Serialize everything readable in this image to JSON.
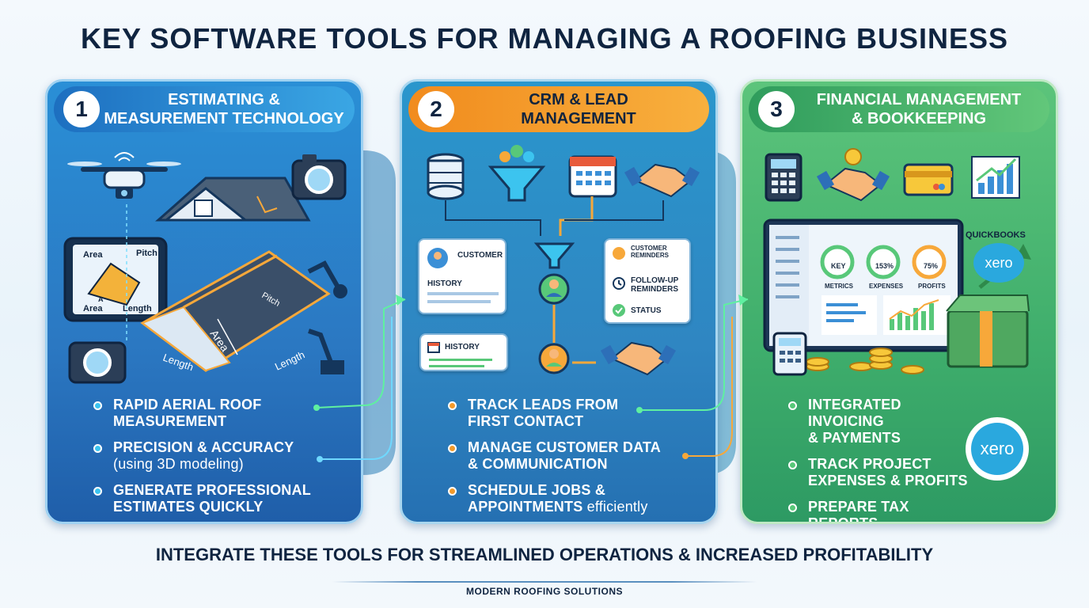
{
  "title": "KEY SOFTWARE TOOLS FOR MANAGING A ROOFING BUSINESS",
  "panels": [
    {
      "number": "1",
      "title_line1": "ESTIMATING &",
      "title_line2": "MEASUREMENT TECHNOLOGY",
      "diagram_labels": {
        "area": "Area",
        "pitch": "Pitch",
        "area_bottom": "Area",
        "length": "Length",
        "roof_area": "Area",
        "roof_pitch": "Pitch",
        "roof_length_left": "Length",
        "roof_length_right": "Length",
        "marker": "A"
      },
      "bullets": [
        {
          "line1": "RAPID AERIAL ROOF",
          "line2": "MEASUREMENT"
        },
        {
          "line1": "PRECISION & ACCURACY",
          "line2": "(using 3D modeling)"
        },
        {
          "line1": "GENERATE PROFESSIONAL",
          "line2": "ESTIMATES QUICKLY"
        }
      ]
    },
    {
      "number": "2",
      "title_line1": "CRM & LEAD",
      "title_line2": "MANAGEMENT",
      "cards": {
        "customer": "CUSTOMER",
        "history": "HISTORY",
        "history2": "HISTORY",
        "reminders": "CUSTOMER REMINDERS",
        "followup_line1": "FOLLOW-UP",
        "followup_line2": "REMINDERS",
        "status": "STATUS"
      },
      "bullets": [
        {
          "line1": "TRACK LEADS FROM",
          "line2": "FIRST CONTACT"
        },
        {
          "line1": "MANAGE CUSTOMER DATA",
          "line2": "& COMMUNICATION"
        },
        {
          "line1": "SCHEDULE JOBS &",
          "line2_bold": "APPOINTMENTS",
          "line2_light": "efficiently"
        }
      ]
    },
    {
      "number": "3",
      "title_line1": "FINANCIAL MANAGEMENT",
      "title_line2": "& BOOKKEEPING",
      "dashboard": {
        "metric1_value": "KEY",
        "metric1_label": "METRICS",
        "metric2_value": "153%",
        "metric2_label": "EXPENSES",
        "metric3_value": "75%",
        "metric3_label": "PROFITS",
        "quickbooks": "QUICKBOOKS",
        "xero_small": "xero",
        "xero_big": "xero"
      },
      "bullets": [
        {
          "line1": "INTEGRATED INVOICING",
          "line2": "& PAYMENTS"
        },
        {
          "line1": "TRACK PROJECT",
          "line2": "EXPENSES & PROFITS"
        },
        {
          "line1": "PREPARE TAX REPORTS",
          "line2": ""
        }
      ]
    }
  ],
  "footer_tagline": "INTEGRATE THESE TOOLS FOR STREAMLINED OPERATIONS & INCREASED PROFITABILITY",
  "brand": "MODERN ROOFING SOLUTIONS",
  "colors": {
    "panel1": "#2a8fd6",
    "panel2_header": "#f18b1d",
    "panel3": "#3fae6c",
    "navy": "#0f2440"
  }
}
